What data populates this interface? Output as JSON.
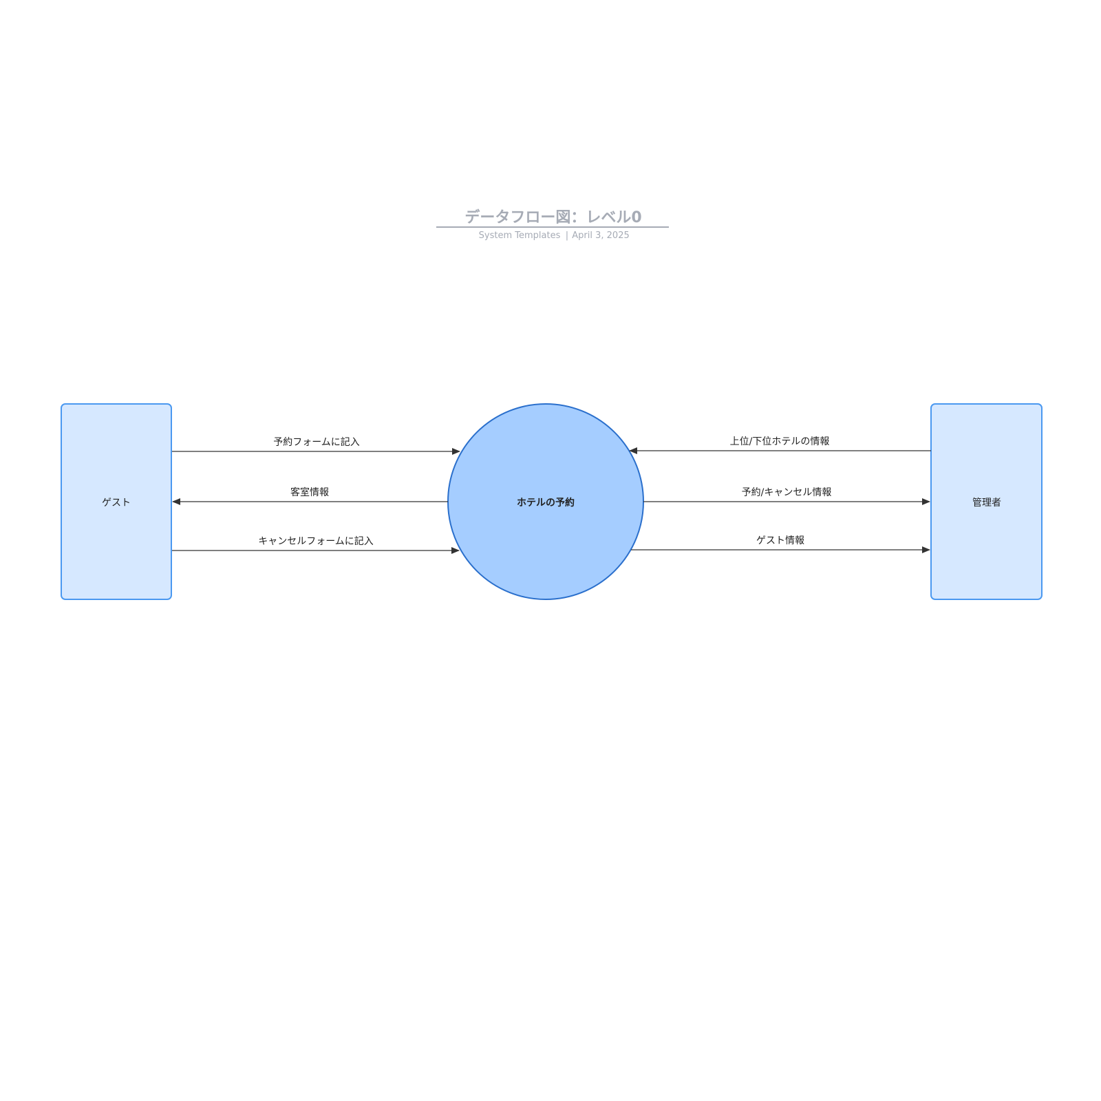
{
  "header": {
    "title": "データフロー図：レベル0",
    "subtitle_author": "System Templates",
    "subtitle_separator": "|",
    "subtitle_date": "April 3, 2025"
  },
  "nodes": {
    "guest": "ゲスト",
    "process": "ホテルの予約",
    "admin": "管理者"
  },
  "flows": {
    "fill_reservation_form": "予約フォームに記入",
    "room_info": "客室情報",
    "fill_cancel_form": "キャンセルフォームに記入",
    "hotel_rank_info": "上位/下位ホテルの情報",
    "reservation_cancel_info": "予約/キャンセル情報",
    "guest_info": "ゲスト情報"
  },
  "colors": {
    "entity_fill": "#d6e8ff",
    "entity_stroke": "#4a98f0",
    "process_fill": "#a5cdff",
    "process_stroke": "#2a6fcc",
    "title": "#a6abb5"
  }
}
